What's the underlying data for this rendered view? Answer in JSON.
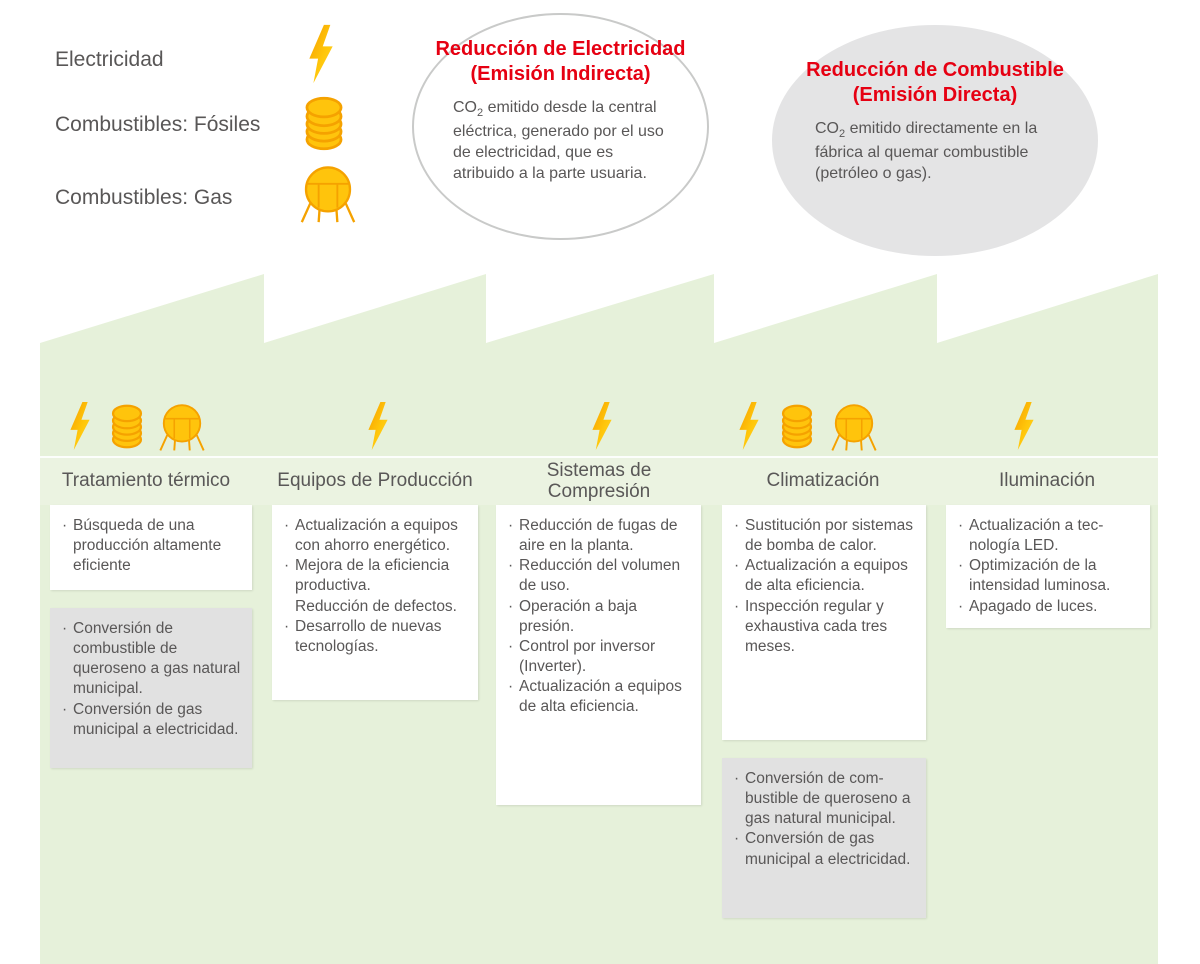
{
  "colors": {
    "accent_red": "#e60012",
    "icon_yellow": "#ffc40c",
    "icon_orange": "#f5a200",
    "factory_green": "#e6f1da",
    "card_gray": "#e1e1e1",
    "bubble_gray": "#e4e4e5",
    "text_gray": "#595757"
  },
  "legend": {
    "items": [
      {
        "label": "Electricidad",
        "icon": "lightning-icon"
      },
      {
        "label": "Combustibles: Fósiles",
        "icon": "fossil-fuel-icon"
      },
      {
        "label": "Combustibles: Gas",
        "icon": "gas-tank-icon"
      }
    ]
  },
  "bubbles": {
    "electricity": {
      "title": "Reducción de Electricidad",
      "subtitle": "(Emisión Indirecta)",
      "body_co": "CO",
      "body_sub": "2",
      "body_rest": " emitido desde la central eléctrica, generado por el uso de electricidad, que es atribuido a la parte usuaria."
    },
    "fuel": {
      "title": "Reducción de Combustible",
      "subtitle": "(Emisión Directa)",
      "body_co": "CO",
      "body_sub": "2",
      "body_rest": " emitido directamente en la fábrica al quemar combustible (petróleo o gas)."
    }
  },
  "factory": {
    "columns": [
      {
        "title": "Tratamiento térmico",
        "icons": [
          "lightning-icon",
          "fossil-fuel-icon",
          "gas-tank-icon"
        ],
        "electric_measures": [
          "Búsqueda de una producción alta­mente eficiente"
        ],
        "fuel_measures": [
          "Conversión de combustible de queroseno a gas natural municipal.",
          "Conversión de gas municipal a electri­cidad."
        ]
      },
      {
        "title": "Equipos de Producción",
        "icons": [
          "lightning-icon"
        ],
        "electric_measures": [
          "Actualización a equipos con ahorro energético.",
          "Mejora de la eficiencia productiva.\nReducción de defectos.",
          "Desarrollo de nuevas tecnologías."
        ],
        "fuel_measures": []
      },
      {
        "title": "Sistemas de Compresión",
        "icons": [
          "lightning-icon"
        ],
        "electric_measures": [
          "Reducción de fugas de aire en la planta.",
          "Reducción del volumen de uso.",
          "Operación a baja presión.",
          "Control por inversor (Inverter).",
          "Actualización a equipos de alta efi­ciencia."
        ],
        "fuel_measures": []
      },
      {
        "title": "Climatización",
        "icons": [
          "lightning-icon",
          "fossil-fuel-icon",
          "gas-tank-icon"
        ],
        "electric_measures": [
          "Sustitución por sistemas de bomba de calor.",
          "Actualización a equipos de alta efi­ciencia.",
          "Inspección regular y exhaustiva cada tres meses."
        ],
        "fuel_measures": [
          "Conversión de com­bustible de queroseno a gas natural munici­pal.",
          "Conversión de gas municipal a electrici­dad."
        ]
      },
      {
        "title": "Iluminación",
        "icons": [
          "lightning-icon"
        ],
        "electric_measures": [
          "Actualización a tec­nología LED.",
          "Optimización de la intensidad luminosa.",
          "Apagado de luces."
        ],
        "fuel_measures": []
      }
    ]
  }
}
